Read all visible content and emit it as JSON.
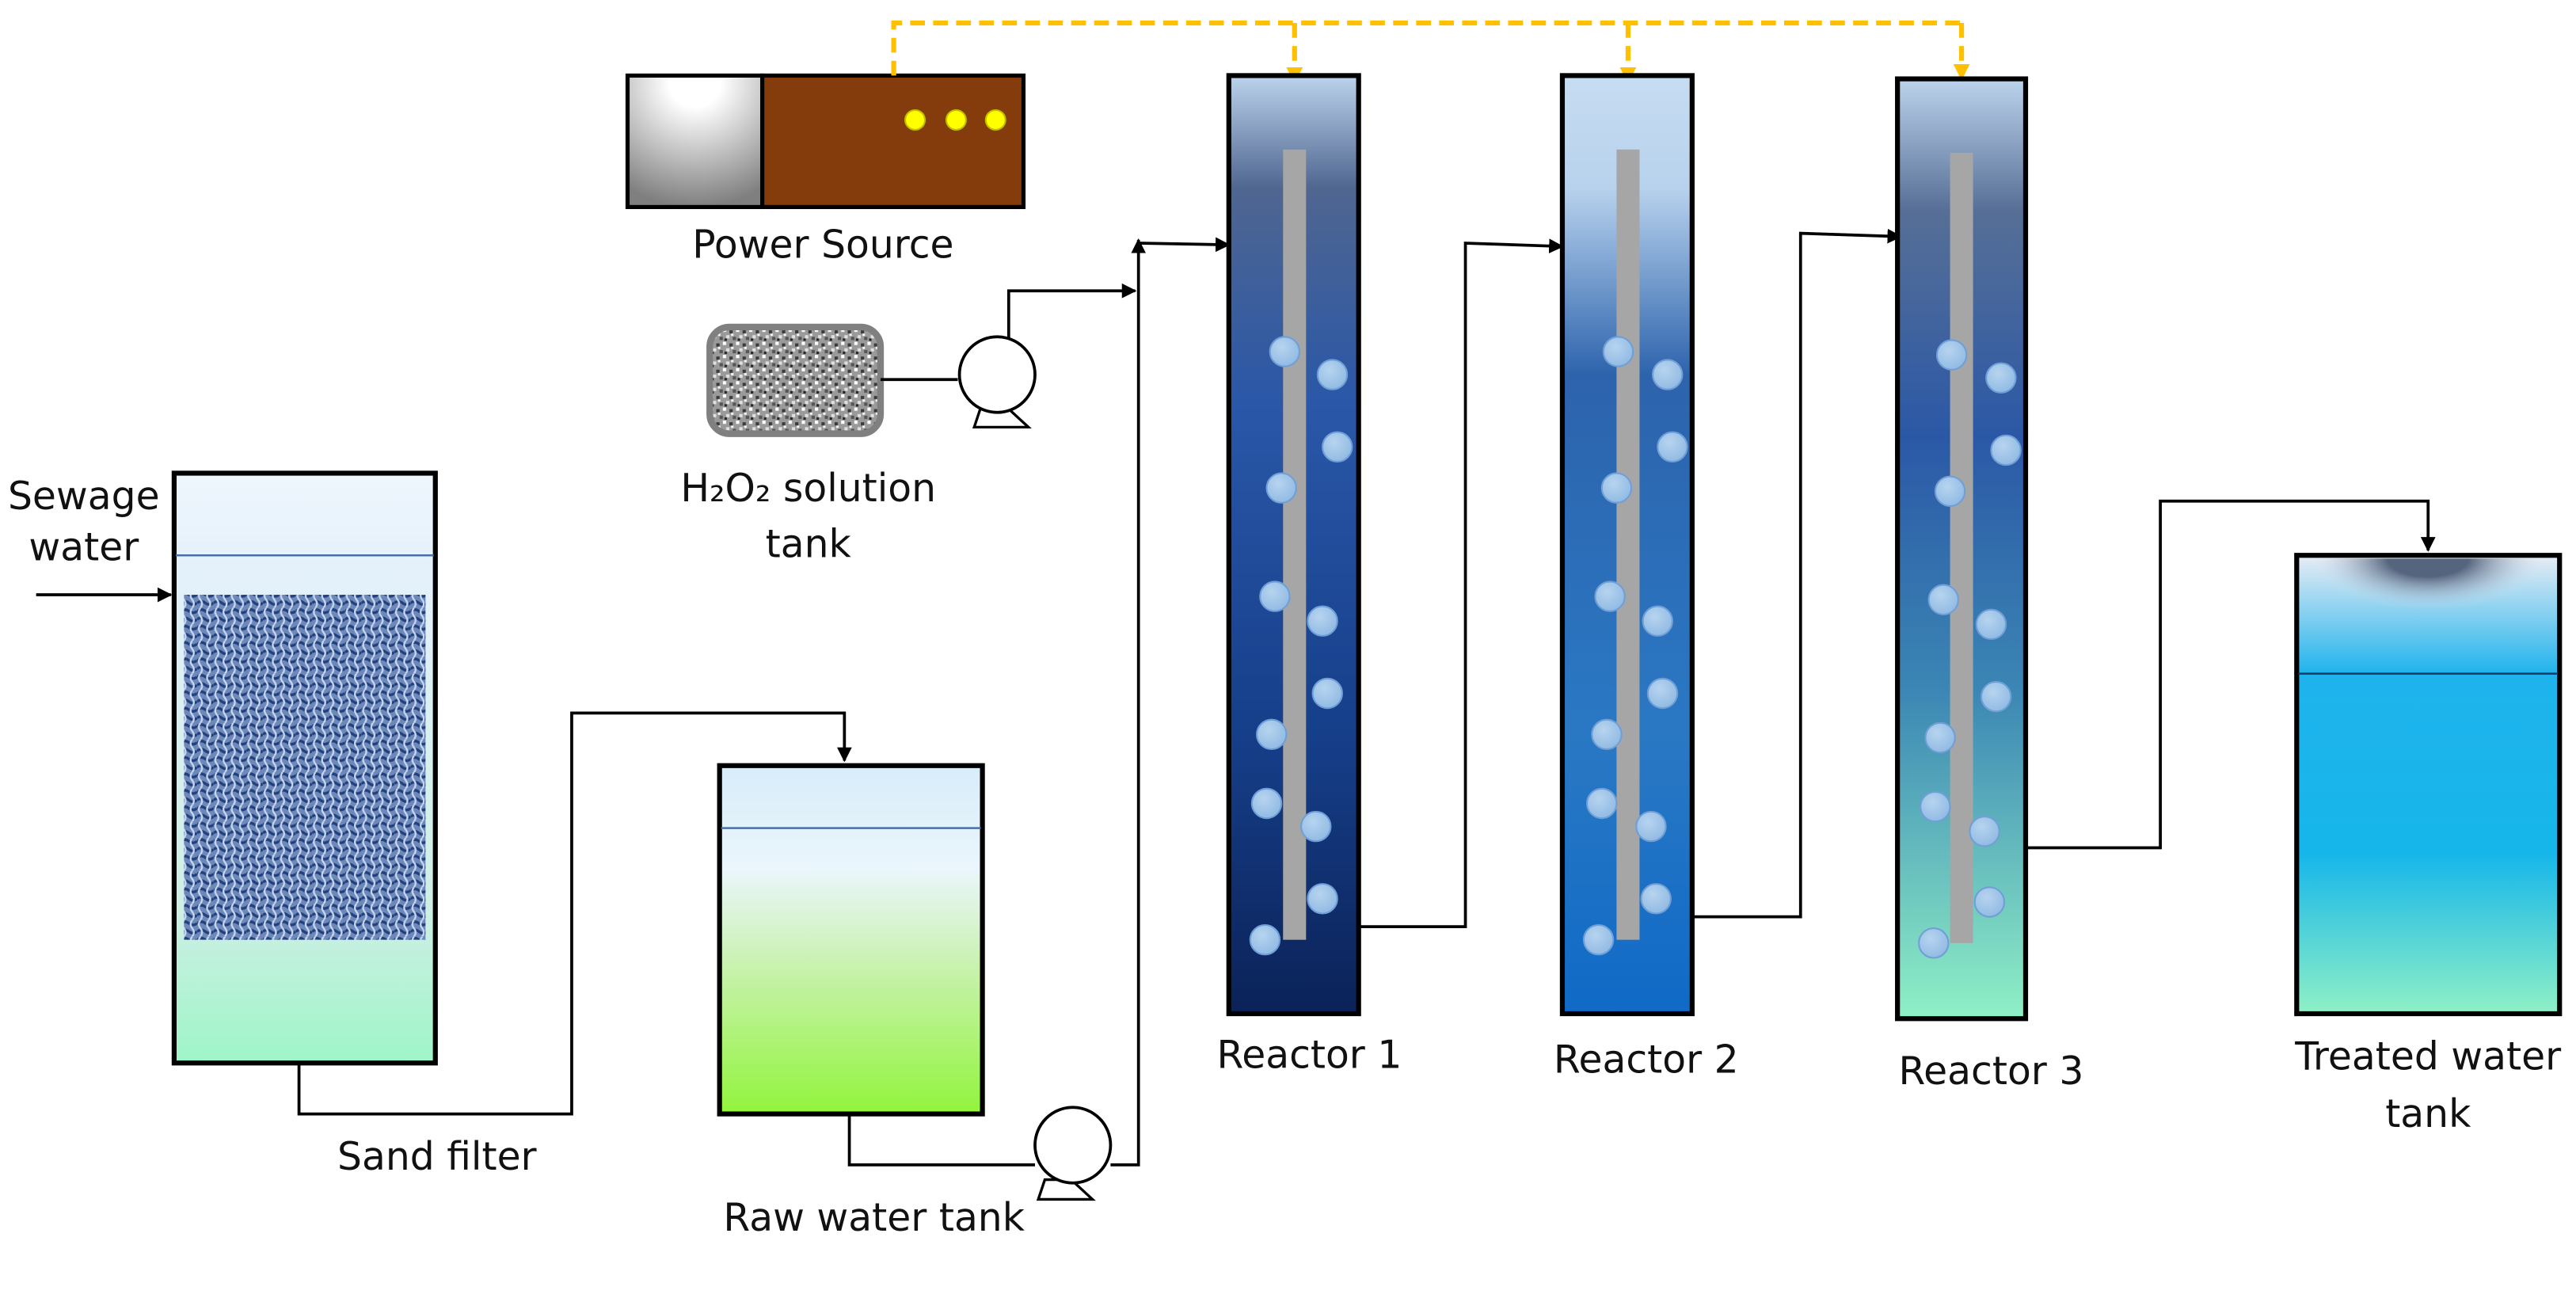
{
  "labels": {
    "sewage_line1": "Sewage",
    "sewage_line2": "water",
    "power_source": "Power Source",
    "h2o2_line1": "H₂O₂ solution",
    "h2o2_line2": "tank",
    "sand_filter": "Sand filter",
    "raw_water_tank": "Raw water tank",
    "reactor1": "Reactor 1",
    "reactor2": "Reactor 2",
    "reactor3": "Reactor 3",
    "treated_line1": "Treated water",
    "treated_line2": "tank"
  },
  "colors": {
    "power_wire": "#FFC000",
    "power_body": "#843C0C",
    "indicator": "#FFFF00",
    "pipe": "#000000",
    "bubble": "#9DC3E6",
    "electrode": "#A6A6A6",
    "filter_bottom": "#9EF5C8",
    "raw_tank_bottom": "#92F43C",
    "treated_mid": "#16B6EA",
    "treated_bottom": "#8FF0C6"
  },
  "icons": {
    "pump": "pump-icon",
    "indicator_light": "indicator-light-icon"
  }
}
